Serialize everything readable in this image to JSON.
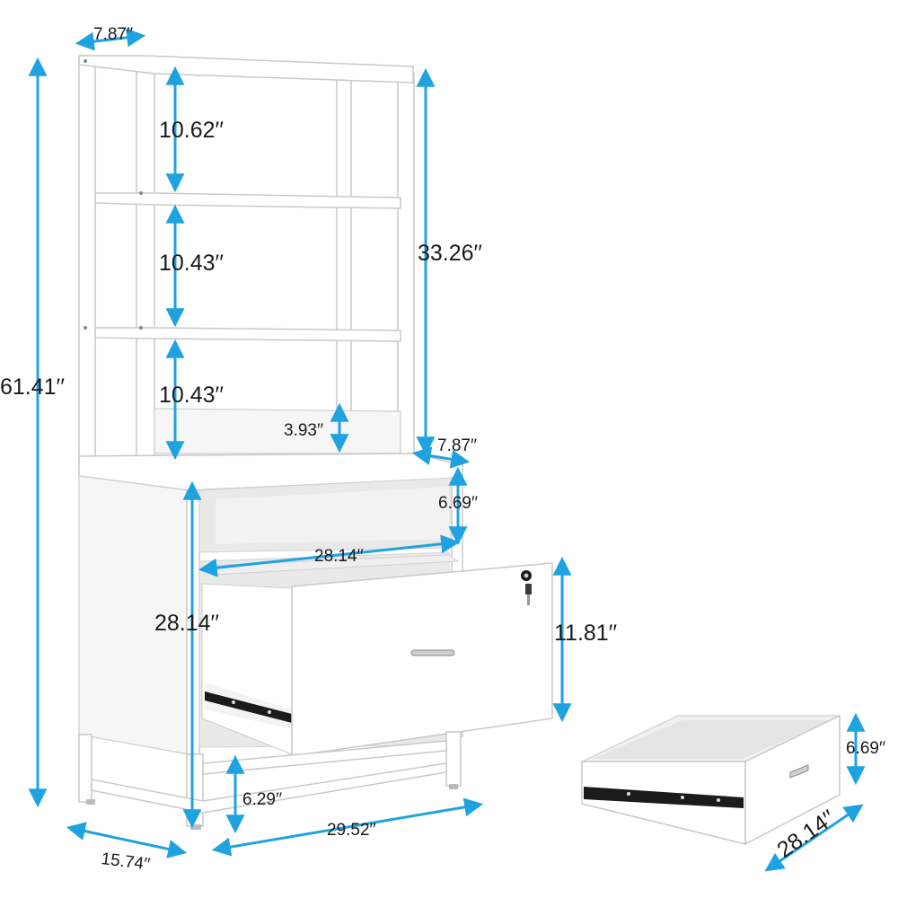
{
  "colors": {
    "arrow": "#1fa3e0",
    "furniture": "#ffffff",
    "outline": "#c9c9c9",
    "rail": "#1b1b1b"
  },
  "dimensions": {
    "top_depth": "7.87′′",
    "shelf1": "10.62′′",
    "shelf2": "10.43′′",
    "shelf3": "10.43′′",
    "hutch_height": "33.26′′",
    "total_height": "61.41′′",
    "back_panel": "3.93′′",
    "hutch_depth": "7.87′′",
    "open_cubby": "6.69′′",
    "drawer_inner_width": "28.14′′",
    "cabinet_height": "28.14′′",
    "drawer_front": "11.81′′",
    "bottom_clearance": "6.29′′",
    "depth": "15.74′′",
    "width": "29.52′′",
    "loose_drawer_height": "6.69′′",
    "loose_drawer_width": "28.14′′"
  },
  "icons": {
    "lock": "lock-icon",
    "key": "key-icon"
  }
}
